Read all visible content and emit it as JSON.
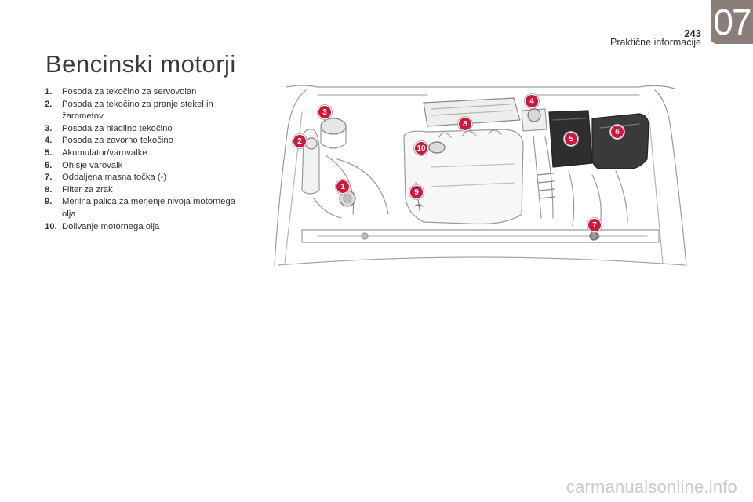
{
  "header": {
    "page_number": "243",
    "section_name": "Praktične informacije",
    "chapter_number": "07"
  },
  "title": "Bencinski motorji",
  "legend": [
    {
      "num": "1.",
      "text": "Posoda za tekočino za servovolan"
    },
    {
      "num": "2.",
      "text": "Posoda za tekočino za pranje stekel in žarometov"
    },
    {
      "num": "3.",
      "text": "Posoda za hladilno tekočino"
    },
    {
      "num": "4.",
      "text": "Posoda za zavorno tekočino"
    },
    {
      "num": "5.",
      "text": "Akumulator/varovalke"
    },
    {
      "num": "6.",
      "text": "Ohišje varovalk"
    },
    {
      "num": "7.",
      "text": "Oddaljena masna točka (-)"
    },
    {
      "num": "8.",
      "text": "Filter za zrak"
    },
    {
      "num": "9.",
      "text": "Merilna palica za merjenje nivoja motornega olja"
    },
    {
      "num": "10.",
      "text": "Dolivanje motornega olja"
    }
  ],
  "diagram": {
    "callouts": [
      "1",
      "2",
      "3",
      "4",
      "5",
      "6",
      "7",
      "8",
      "9",
      "10"
    ],
    "callout_color": "#d4143a"
  },
  "footer": {
    "watermark": "carmanualsonline.info"
  }
}
